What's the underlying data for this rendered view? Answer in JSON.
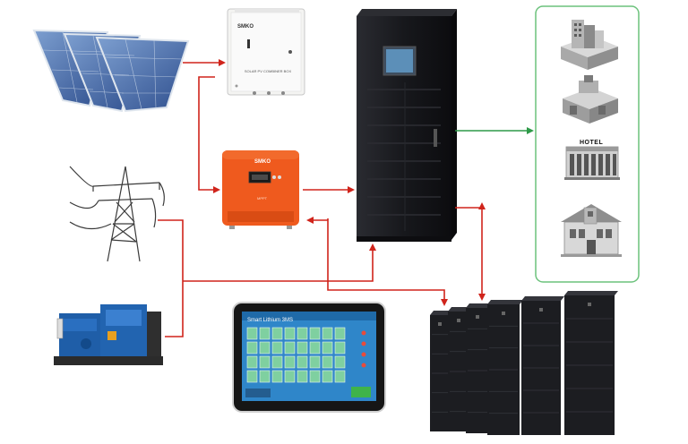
{
  "combiner_box": {
    "brand": "SMKO",
    "text": "SOLAR PV COMBINER BOX"
  },
  "mppt_controller": {
    "brand": "SMKO",
    "label": "MPPT"
  },
  "loads": {
    "hotel_sign": "HOTEL"
  },
  "touch_screen": {
    "title": "Smart Lithium 3MS"
  },
  "colors": {
    "power_line": "#d0241b",
    "output_line": "#2e9a48",
    "load_panel_border": "#6cc27c",
    "controller_body": "#ef5a1e",
    "ups_cabinet": "#1b1c20",
    "screen_bg": "#2f86c9"
  }
}
